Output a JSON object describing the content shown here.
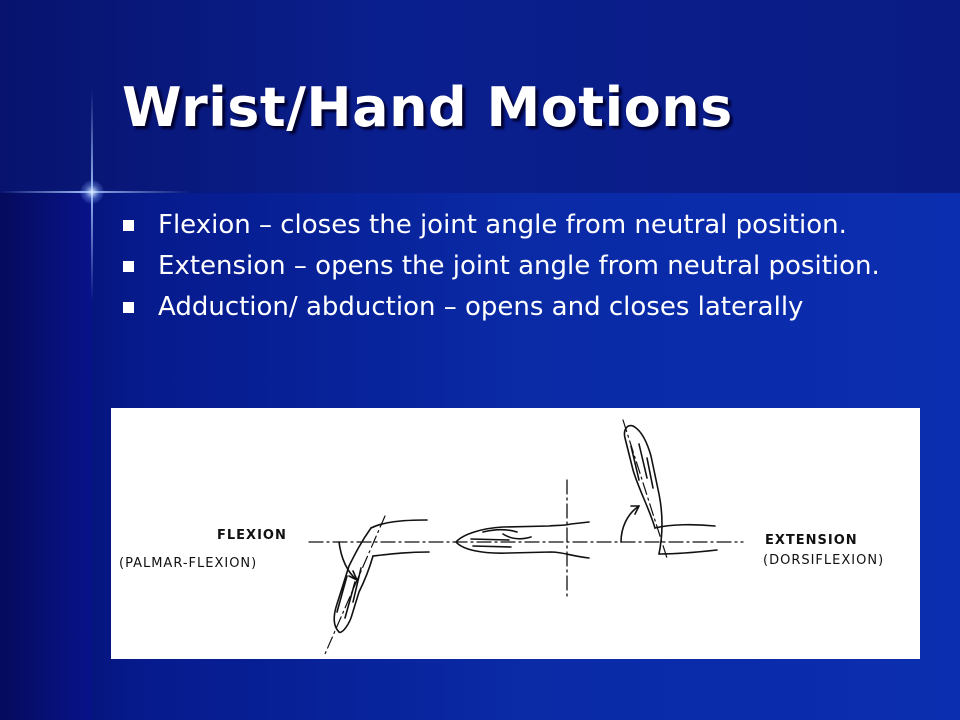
{
  "slide": {
    "title": "Wrist/Hand Motions",
    "bullets": [
      "Flexion – closes the joint angle from neutral position.",
      "Extension – opens the joint angle from neutral position.",
      "Adduction/ abduction – opens and closes laterally"
    ]
  },
  "figure": {
    "labels": {
      "flexion": "FLEXION",
      "palmar_flexion": "(PALMAR-FLEXION)",
      "extension": "EXTENSION",
      "dorsiflexion": "(DORSIFLEXION)"
    }
  }
}
